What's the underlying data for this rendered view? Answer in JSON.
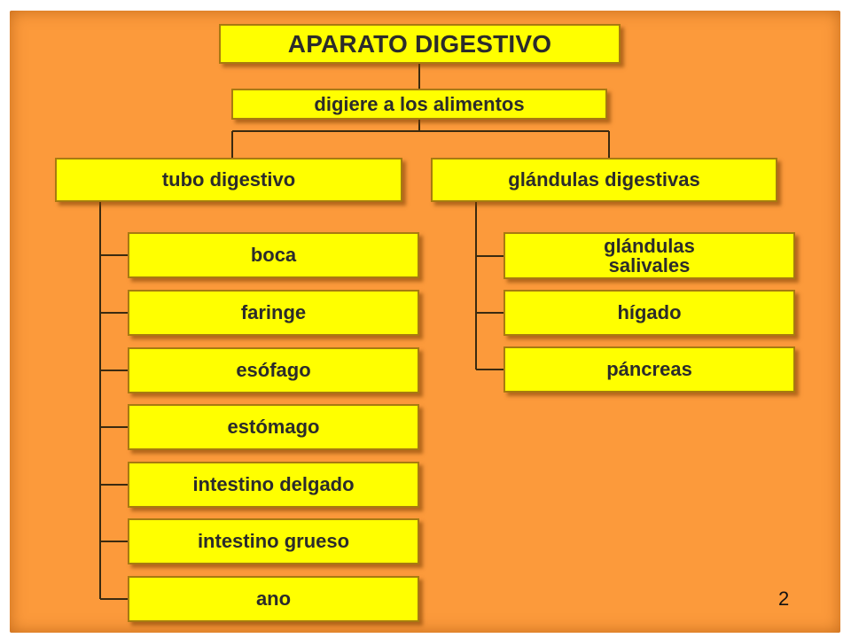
{
  "title": "APARATO DIGESTIVO",
  "subtitle": "digiere a los alimentos",
  "branches": [
    {
      "label": "tubo digestivo",
      "items": [
        "boca",
        "faringe",
        "esófago",
        "estómago",
        "intestino delgado",
        "intestino grueso",
        "ano"
      ]
    },
    {
      "label": "glándulas digestivas",
      "items": [
        "glándulas salivales",
        "hígado",
        "páncreas"
      ]
    }
  ],
  "page_number": "2",
  "colors": {
    "background": "#fc9a3b",
    "box_fill": "#ffff00",
    "box_border": "#a87a10",
    "line": "#3a2a10"
  }
}
